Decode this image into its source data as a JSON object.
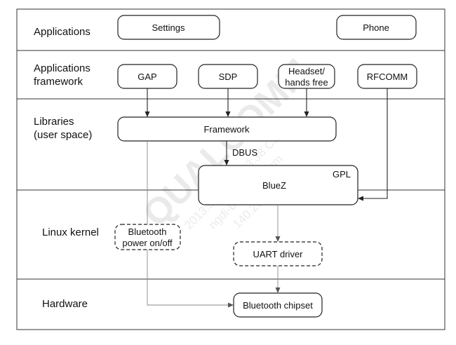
{
  "layers": {
    "applications": "Applications",
    "framework_line1": "Applications",
    "framework_line2": "framework",
    "libraries_line1": "Libraries",
    "libraries_line2": "(user space)",
    "kernel": "Linux kernel",
    "hardware": "Hardware"
  },
  "boxes": {
    "settings": "Settings",
    "phone": "Phone",
    "gap": "GAP",
    "sdp": "SDP",
    "headset_line1": "Headset/",
    "headset_line2": "hands free",
    "rfcomm": "RFCOMM",
    "framework": "Framework",
    "bluez": "BlueZ",
    "gpl": "GPL",
    "bt_power_line1": "Bluetooth",
    "bt_power_line2": "power on/off",
    "uart": "UART driver",
    "chipset": "Bluetooth chipset"
  },
  "connectors": {
    "dbus": "DBUS"
  },
  "watermark": {
    "brand": "QUALCOMM",
    "line1": "2013.01.02 03:53:38 CST",
    "line2": "ngdi-bsp@wn.com",
    "line3": "140.206.168.98"
  },
  "colors": {
    "stroke": "#222222",
    "thin_line": "#888888",
    "background": "#ffffff"
  }
}
